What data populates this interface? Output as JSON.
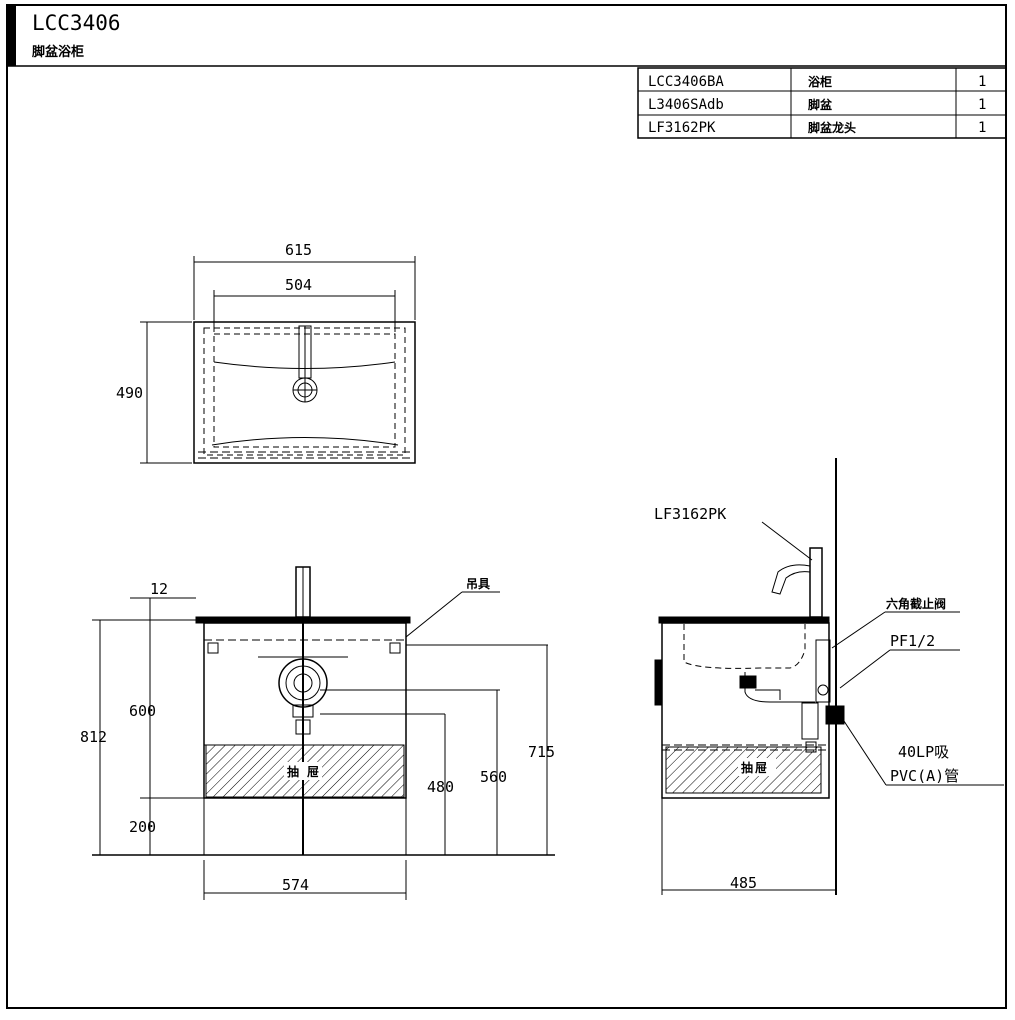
{
  "header": {
    "model": "LCC3406",
    "subtitle": "脚盆浴柜"
  },
  "parts_table": {
    "rows": [
      {
        "code": "LCC3406BA",
        "name": "浴柜",
        "qty": "1"
      },
      {
        "code": "L3406SAdb",
        "name": "脚盆",
        "qty": "1"
      },
      {
        "code": "LF3162PK",
        "name": "脚盆龙头",
        "qty": "1"
      }
    ]
  },
  "top_view": {
    "width_outer": "615",
    "width_inner": "504",
    "depth": "490"
  },
  "front_view": {
    "counter_thickness": "12",
    "mount_label": "吊具",
    "total_height": "812",
    "cabinet_height": "600",
    "leg_height": "200",
    "drain_height": "480",
    "inlet_height": "560",
    "top_height": "715",
    "width": "574",
    "drawer_label": "抽屉"
  },
  "side_view": {
    "faucet_code": "LF3162PK",
    "valve_label": "六角截止阀",
    "thread_label": "PF1/2",
    "pipe_label_1": "40LP吸",
    "pipe_label_2": "PVC(A)管",
    "drawer_label": "抽屉",
    "depth": "485"
  }
}
